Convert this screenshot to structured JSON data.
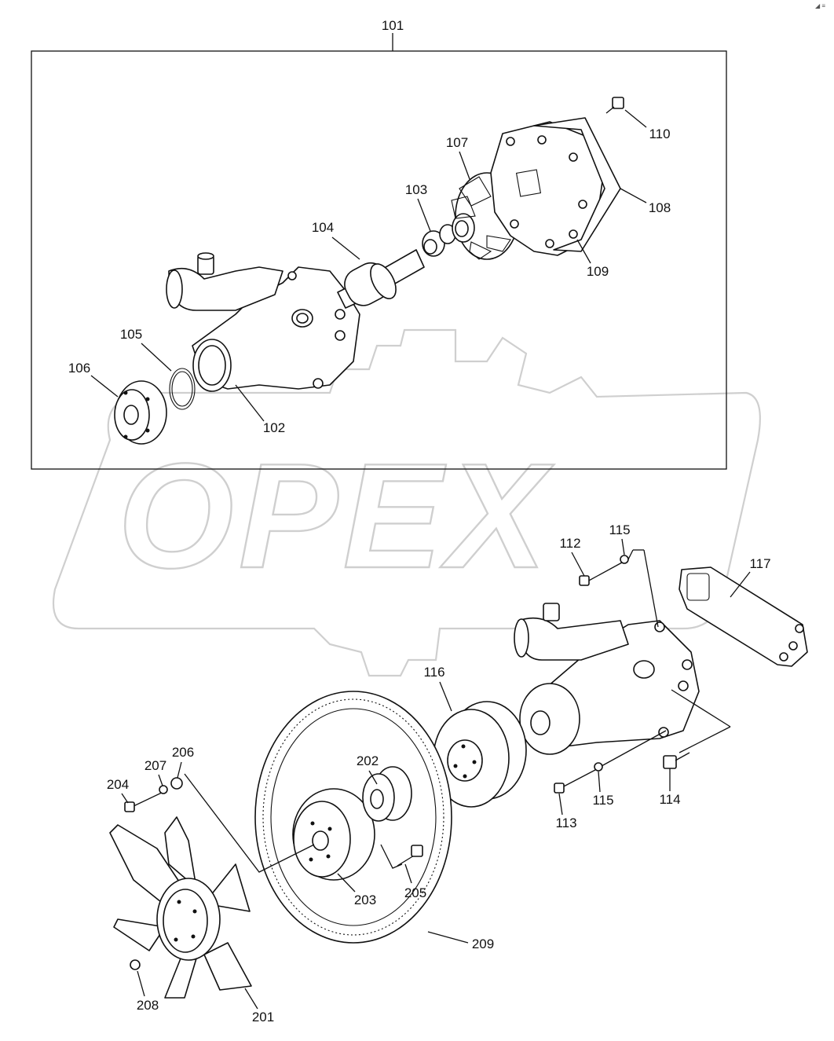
{
  "watermark": {
    "text": "OPEX",
    "color": "#cfcfcf"
  },
  "corner_mark": "◢ ≡",
  "assembly_label": "101",
  "labels": {
    "p101": "101",
    "p102": "102",
    "p103": "103",
    "p104": "104",
    "p105": "105",
    "p106": "106",
    "p107": "107",
    "p108": "108",
    "p109": "109",
    "p110": "110",
    "p112": "112",
    "p113": "113",
    "p114": "114",
    "p115a": "115",
    "p115b": "115",
    "p116": "116",
    "p117": "117",
    "p201": "201",
    "p202": "202",
    "p203": "203",
    "p204": "204",
    "p205": "205",
    "p206": "206",
    "p207": "207",
    "p208": "208",
    "p209": "209"
  }
}
